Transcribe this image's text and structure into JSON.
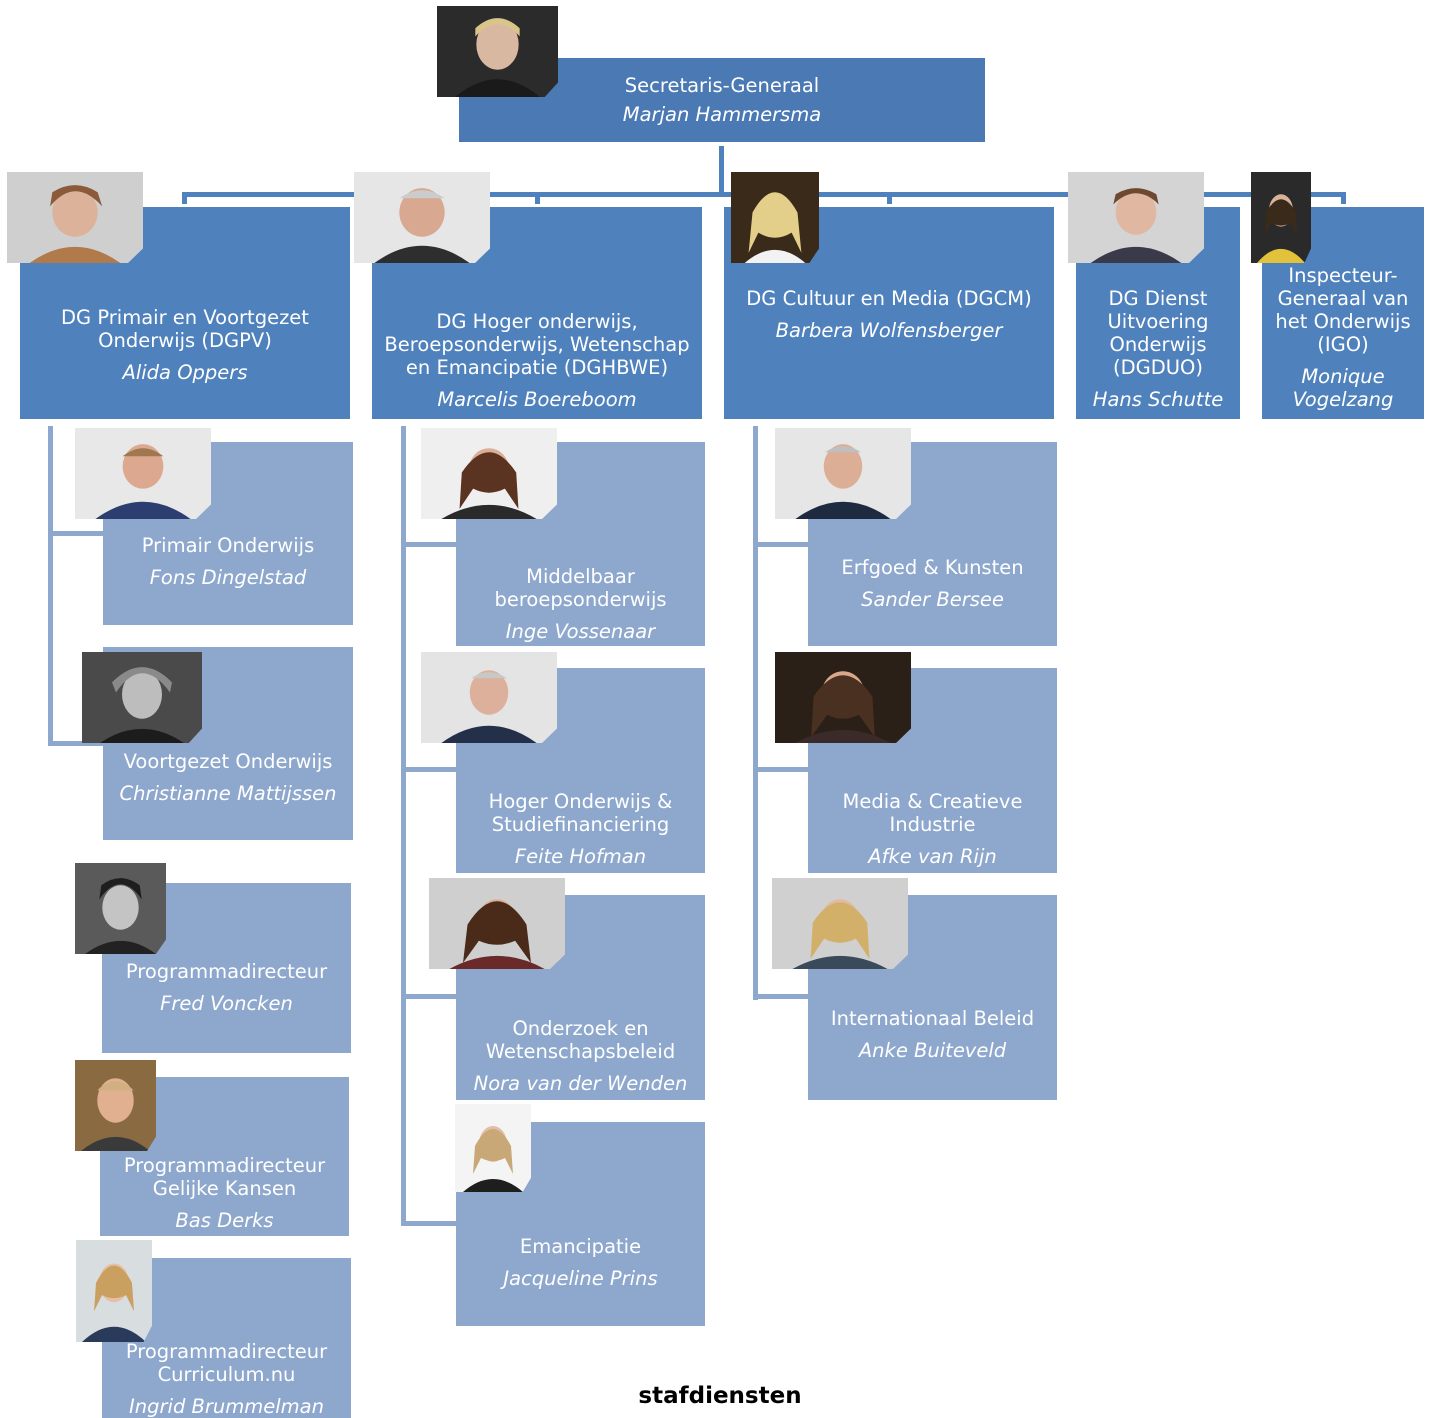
{
  "secretaris_generaal": {
    "title": "Secretaris-Generaal",
    "name": "Marjan Hammersma"
  },
  "directorates": [
    {
      "title": "DG Primair en Voortgezet Onderwijs (DGPV)",
      "name": "Alida Oppers"
    },
    {
      "title": "DG Hoger onderwijs, Beroepsonderwijs, Wetenschap en Emancipatie (DGHBWE)",
      "name": "Marcelis Boereboom"
    },
    {
      "title": "DG Cultuur en Media (DGCM)",
      "name": "Barbera Wolfensberger"
    },
    {
      "title": "DG Dienst Uitvoering Onderwijs (DGDUO)",
      "name": "Hans Schutte"
    },
    {
      "title": "Inspecteur-Generaal van het Onderwijs (IGO)",
      "name": "Monique Vogelzang"
    }
  ],
  "dgpv_units": [
    {
      "title": "Primair Onderwijs",
      "name": "Fons Dingelstad"
    },
    {
      "title": "Voortgezet Onderwijs",
      "name": "Christianne Mattijssen"
    },
    {
      "title": "Programmadirecteur",
      "name": "Fred Voncken"
    },
    {
      "title": "Programmadirecteur Gelijke Kansen",
      "name": "Bas Derks"
    },
    {
      "title": "Programmadirecteur Curriculum.nu",
      "name": "Ingrid Brummelman"
    }
  ],
  "dghbwe_units": [
    {
      "title": "Middelbaar beroepsonderwijs",
      "name": "Inge Vossenaar"
    },
    {
      "title": "Hoger Onderwijs & Studiefinanciering",
      "name": "Feite Hofman"
    },
    {
      "title": "Onderzoek en Wetenschapsbeleid",
      "name": "Nora van der Wenden"
    },
    {
      "title": "Emancipatie",
      "name": "Jacqueline Prins"
    }
  ],
  "dgcm_units": [
    {
      "title": "Erfgoed & Kunsten",
      "name": "Sander Bersee"
    },
    {
      "title": "Media & Creatieve Industrie",
      "name": "Afke van Rijn"
    },
    {
      "title": "Internationaal Beleid",
      "name": "Anke Buiteveld"
    }
  ],
  "footer": {
    "caption": "stafdiensten"
  },
  "colors": {
    "level1": "#4f81bd",
    "level2": "#8da7cd",
    "top": "#4a79b4"
  }
}
